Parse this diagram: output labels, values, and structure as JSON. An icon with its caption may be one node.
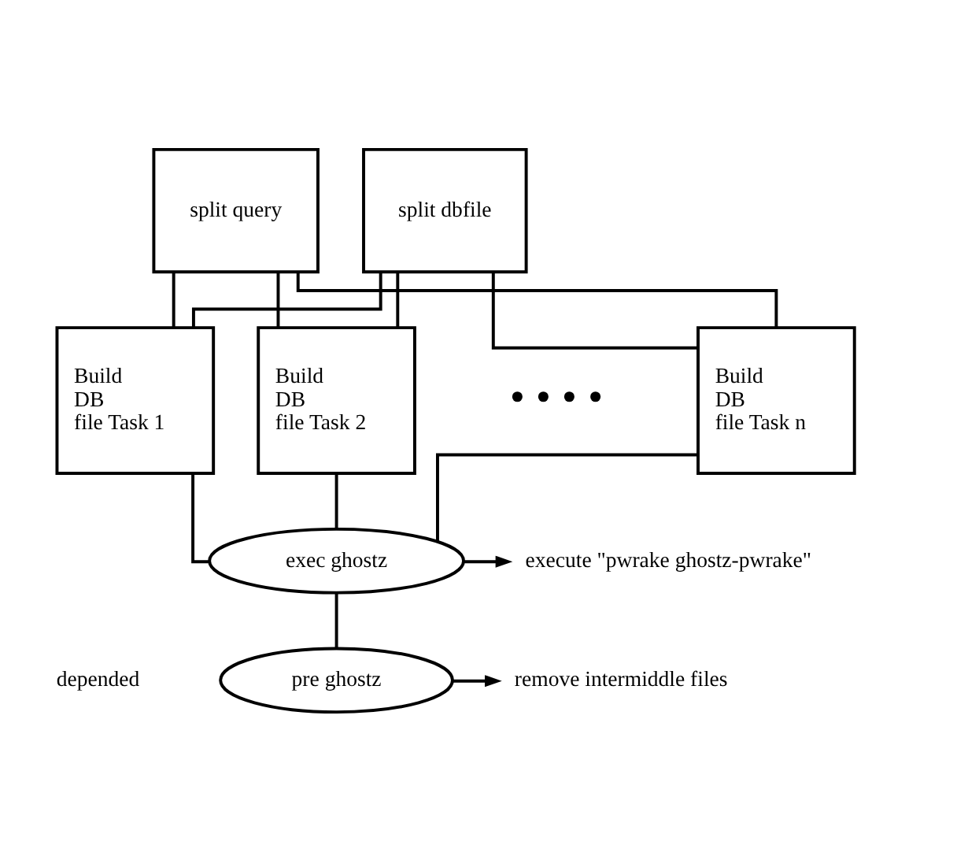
{
  "diagram": {
    "nodes": [
      {
        "text": [
          "split query"
        ]
      },
      {
        "text": [
          "split dbfile"
        ]
      },
      {
        "text": [
          "Build DB file Task 1"
        ]
      },
      {
        "text": [
          "Build DB file Task 2"
        ]
      },
      {
        "text": [
          "Build DB file Task n"
        ]
      },
      {
        "text": [
          "exec ghostz"
        ]
      },
      {
        "text": [
          "execute \"pwrake ghostz-pwrake\""
        ]
      },
      {
        "text": [
          "pre ghostz"
        ]
      },
      {
        "text": [
          "remove intermiddle files"
        ]
      }
    ],
    "edges": [
      {
        "from": 0,
        "to": 2,
        "arrow": "none"
      },
      {
        "from": 0,
        "to": 3,
        "arrow": "none"
      },
      {
        "from": 0,
        "to": 4,
        "arrow": "none"
      },
      {
        "from": 1,
        "to": 2,
        "arrow": "none"
      },
      {
        "from": 1,
        "to": 3,
        "arrow": "none"
      },
      {
        "from": 1,
        "to": 4,
        "arrow": "none"
      },
      {
        "from": 2,
        "to": 5,
        "arrow": "none"
      },
      {
        "from": 3,
        "to": 5,
        "arrow": "none"
      },
      {
        "from": 4,
        "to": 5,
        "arrow": "none"
      },
      {
        "from": 5,
        "to": 7,
        "arrow": "none"
      },
      {
        "from": 5,
        "to": 6,
        "arrow": "to"
      },
      {
        "from": 7,
        "to": 8,
        "arrow": "to"
      }
    ],
    "labels": [
      "• • • •",
      "depended"
    ]
  }
}
